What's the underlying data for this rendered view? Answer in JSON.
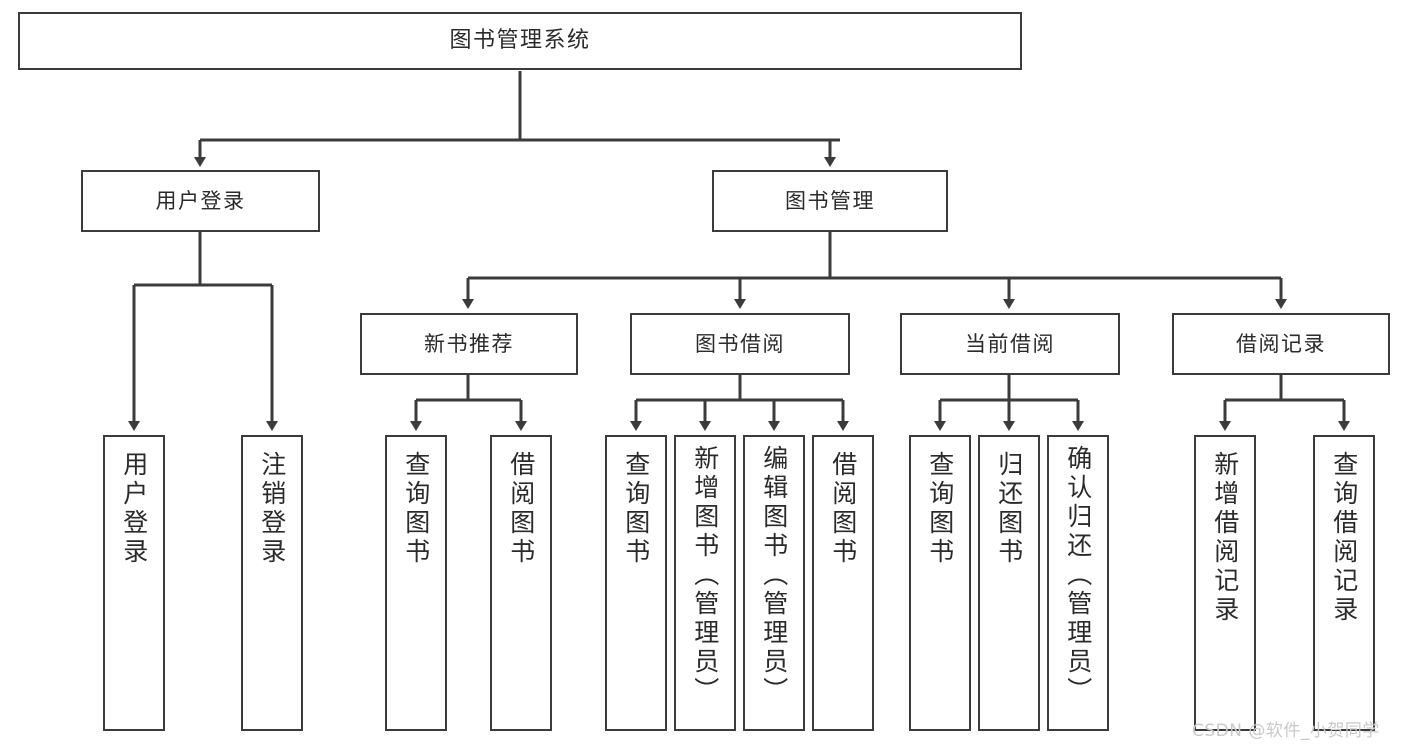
{
  "diagram": {
    "title": "图书管理系统",
    "type": "tree-hierarchy-chart",
    "root": {
      "label": "图书管理系统"
    },
    "level1": [
      {
        "label": "用户登录"
      },
      {
        "label": "图书管理"
      }
    ],
    "level2": [
      {
        "label": "新书推荐"
      },
      {
        "label": "图书借阅"
      },
      {
        "label": "当前借阅"
      },
      {
        "label": "借阅记录"
      }
    ],
    "leaves": {
      "user_login": [
        {
          "label": "用户登录"
        },
        {
          "label": "注销登录"
        }
      ],
      "new_book_recommend": [
        {
          "label": "查询图书"
        },
        {
          "label": "借阅图书"
        }
      ],
      "book_borrow": [
        {
          "label": "查询图书"
        },
        {
          "label": "新增图书（管理员）"
        },
        {
          "label": "编辑图书（管理员）"
        },
        {
          "label": "借阅图书"
        }
      ],
      "current_borrow": [
        {
          "label": "查询图书"
        },
        {
          "label": "归还图书"
        },
        {
          "label": "确认归还（管理员）"
        }
      ],
      "borrow_record": [
        {
          "label": "新增借阅记录"
        },
        {
          "label": "查询借阅记录"
        }
      ]
    }
  },
  "watermark": {
    "text": "CSDN @软件_小贺同学"
  },
  "colors": {
    "box_border": "#3b3b3b",
    "box_fill": "#ffffff",
    "text": "#2b2b2b",
    "connector": "#3b3b3b",
    "watermark": "#c9c9c9",
    "background": "#ffffff"
  }
}
